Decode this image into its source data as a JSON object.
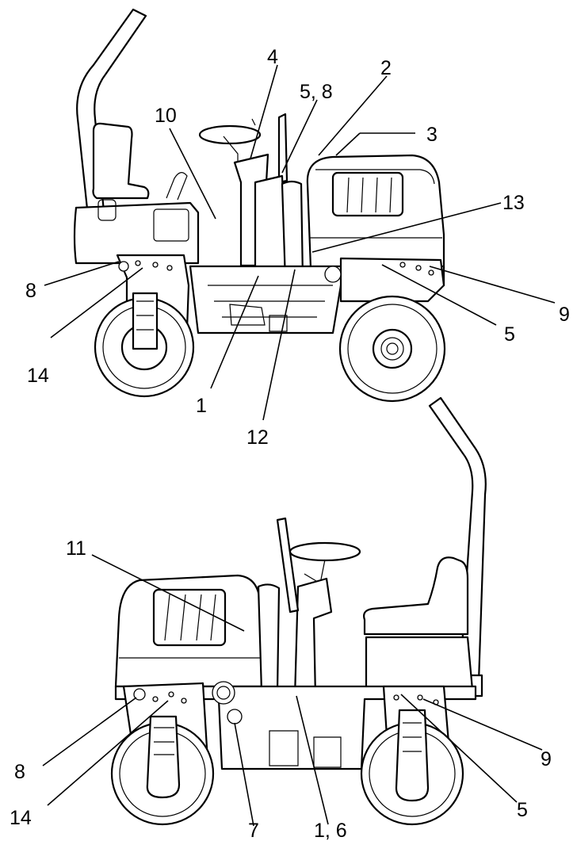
{
  "top_view": {
    "labels": [
      "4",
      "2",
      "5, 8",
      "3",
      "10",
      "13",
      "8",
      "14",
      "1",
      "12",
      "5",
      "9"
    ]
  },
  "bottom_view": {
    "labels": [
      "11",
      "8",
      "14",
      "7",
      "1, 6",
      "9",
      "5"
    ]
  }
}
